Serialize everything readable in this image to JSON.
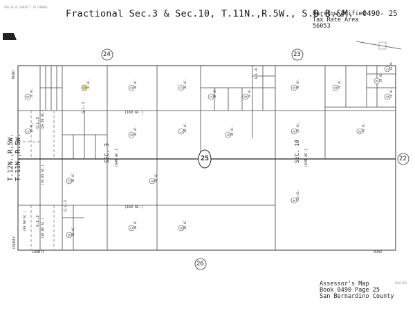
{
  "title": "Fractional Sec.3 & Sec.10, T.11N.,R.5W., S.B.B.&M.",
  "tax_area": {
    "line1": "Barstow Unified",
    "line2": "Tax Rate Area",
    "line3": "56053"
  },
  "page_number": "0490- 25",
  "township_label": [
    "T.12N.,R.5W.",
    "T.11N.,R.5W."
  ],
  "road_labels": {
    "county_left": "COUNTY",
    "county_bottom": "COUNTY",
    "road_bottom": "ROAD",
    "road_left": "ROAD"
  },
  "sections": {
    "sec3": "SEC. 3",
    "sec10": "SEC. 10",
    "hwy": "25"
  },
  "neighbor_pages": {
    "top_left": "24",
    "top_right": "23",
    "right": "22",
    "bottom": "26"
  },
  "lots": {
    "gl1_top": "G.L.1",
    "gl2_top": "G.L.2",
    "gl1_bottom": "G.L.1",
    "gl2_bottom": "G.L.2",
    "gl4": "G.L.4"
  },
  "parcels": [
    {
      "num": "22",
      "area": "20 AC."
    },
    {
      "num": "21",
      "area": "20 AC."
    },
    {
      "num": "14",
      "area": "41 AC."
    },
    {
      "num": "13",
      "area": "40 AC."
    },
    {
      "num": "12",
      "area": "40 AC."
    },
    {
      "num": "11",
      "area": "40 AC."
    },
    {
      "num": "15",
      "area": "80 AC."
    },
    {
      "num": "16",
      "area": "40 AC."
    },
    {
      "num": "17",
      "area": "40 AC."
    },
    {
      "num": "18",
      "area": "20 AC."
    },
    {
      "num": "19",
      "area": "40 AC."
    },
    {
      "num": "20",
      "area": "20 AC."
    },
    {
      "num": "26",
      "area": "80 AC."
    },
    {
      "num": "27",
      "area": "40 AC."
    },
    {
      "num": "28",
      "area": "40 AC."
    },
    {
      "num": "29",
      "area": "40 AC."
    },
    {
      "num": "30",
      "area": "320 AC."
    },
    {
      "num": "31",
      "area": "10 AC."
    },
    {
      "num": "32",
      "area": "20 AC."
    },
    {
      "num": "33",
      "area": "10 AC."
    },
    {
      "num": "34",
      "area": "20 AC."
    },
    {
      "num": "35",
      "area": "60 AC."
    },
    {
      "num": "36",
      "area": "80 AC."
    }
  ],
  "acreage_notes": [
    "(160 AC.)",
    "(160 AC.)",
    "(640 AC.)",
    "(640 AC.)",
    "(29.89 AC.)",
    "(39.95 AC.)",
    "(40.06 AC.)",
    "(39.98 AC.)"
  ],
  "footer": {
    "line1": "Assessor's Map",
    "line2": "Book 0490 Page 25",
    "line3": "San Bernardino County"
  },
  "stamp": "REVISED",
  "corner_note": "SEE ALSO SUBJECT TO CHANGE"
}
